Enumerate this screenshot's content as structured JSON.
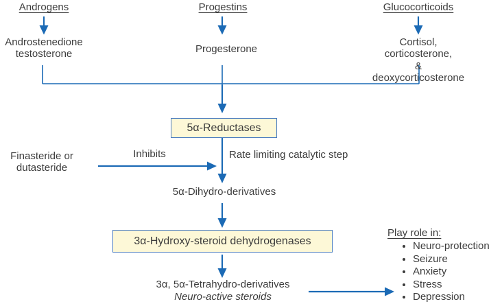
{
  "palette": {
    "arrow_blue": "#1b6ab5",
    "box_fill": "#fdf8d7",
    "box_border": "#4a7cc0",
    "text": "#3c3c3c"
  },
  "headers": {
    "androgens": "Androgens",
    "progestins": "Progestins",
    "glucocorticoids": "Glucocorticoids"
  },
  "precursors": {
    "androgens": "Androstenedione\ntestosterone",
    "progestins": "Progesterone",
    "glucocorticoids": "Cortisol, corticosterone,\n& deoxycorticosterone"
  },
  "enzyme1": {
    "label": "5α-Reductases"
  },
  "inhibitor": {
    "drugs": "Finasteride or\ndutasteride",
    "action": "Inhibits",
    "note": "Rate limiting catalytic step"
  },
  "intermediate": {
    "label": "5α-Dihydro-derivatives"
  },
  "enzyme2": {
    "label": "3α-Hydroxy-steroid dehydrogenases"
  },
  "product": {
    "label": "3α, 5α-Tetrahydro-derivatives",
    "sublabel": "Neuro-active steroids"
  },
  "roles": {
    "title": "Play role in:",
    "items": [
      "Neuro-protection",
      "Seizure",
      "Anxiety",
      "Stress",
      "Depression"
    ]
  }
}
